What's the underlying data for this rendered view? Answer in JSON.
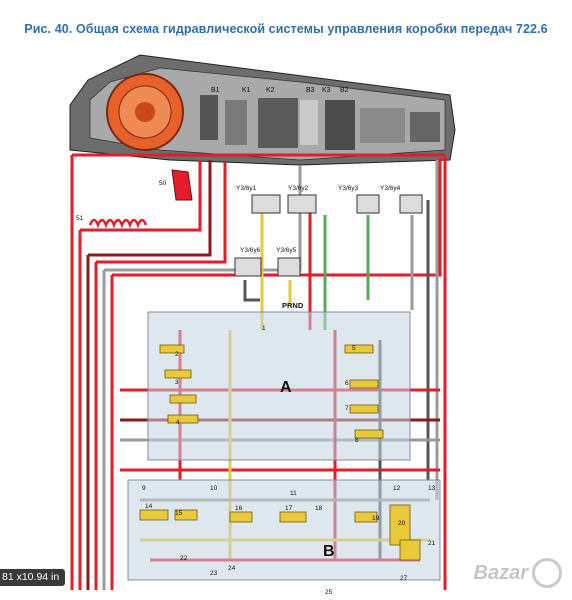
{
  "title": "Рис. 40. Общая схема гидравлической системы управления коробки передач 722.6",
  "diagram": {
    "gear_labels": [
      "B1",
      "K1",
      "K2",
      "B3",
      "K3",
      "B2"
    ],
    "solenoids_top": [
      "Y3/6y1",
      "Y3/6y2",
      "Y3/6y3",
      "Y3/6y4"
    ],
    "solenoids_mid": [
      "Y3/6y6",
      "Y3/6y5"
    ],
    "selector_label": "PRND",
    "block_a": "A",
    "block_b": "B",
    "numbers": [
      "50",
      "51",
      "1",
      "2",
      "3",
      "4",
      "5",
      "6",
      "7",
      "8",
      "9",
      "10",
      "11",
      "12",
      "13",
      "14",
      "15",
      "16",
      "17",
      "18",
      "19",
      "20",
      "21",
      "22",
      "23",
      "24",
      "25",
      "27"
    ]
  },
  "colors": {
    "red": "#e31d2a",
    "dark_red": "#8b1a1a",
    "grey": "#9a9a9a",
    "dark_grey": "#555555",
    "yellow": "#e9c93a",
    "green": "#5aa85a",
    "blue_grey": "#c5d3e0",
    "orange": "#e8612a"
  },
  "overlay": {
    "size_text": "81 x10.94 in",
    "watermark": "Bazar"
  }
}
